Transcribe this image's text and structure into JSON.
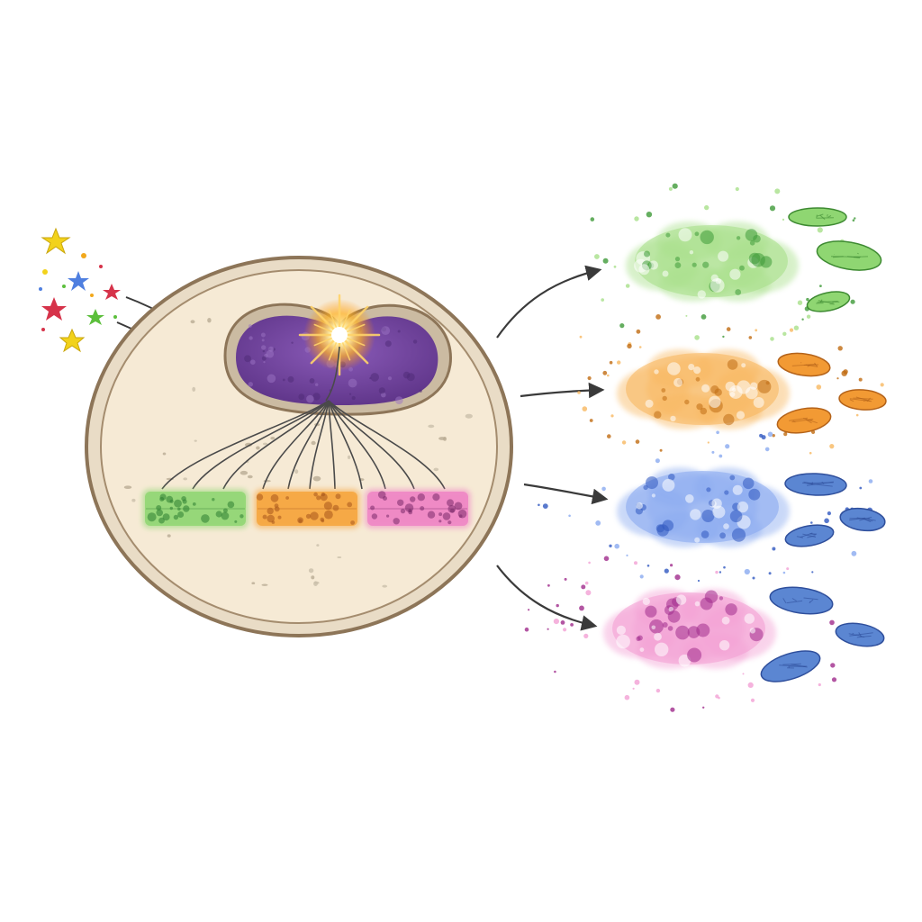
{
  "colors": {
    "background": "#ffffff",
    "cell_fill": "#f6ead5",
    "cell_border": "#9c8468",
    "nucleus_fill": "#6e3f98",
    "nucleus_border": "#9a8770",
    "glow": "#ffb020",
    "arrow": "#3a3a3a",
    "green": "#8fd672",
    "orange": "#f6a43c",
    "blue": "#6f96e8",
    "pink": "#ef84c4",
    "disk_blue": "#5b86d2"
  },
  "icons": [
    "star-icon",
    "arrow-icon",
    "light-burst-icon"
  ],
  "signals": [
    "yellow",
    "blue",
    "red",
    "green"
  ],
  "gene_blocks": [
    "green",
    "orange",
    "pink"
  ],
  "outputs": [
    {
      "cluster": "green",
      "disks": "green"
    },
    {
      "cluster": "orange",
      "disks": "orange"
    },
    {
      "cluster": "blue",
      "disks": "blue"
    },
    {
      "cluster": "pink",
      "disks": "blue"
    }
  ]
}
